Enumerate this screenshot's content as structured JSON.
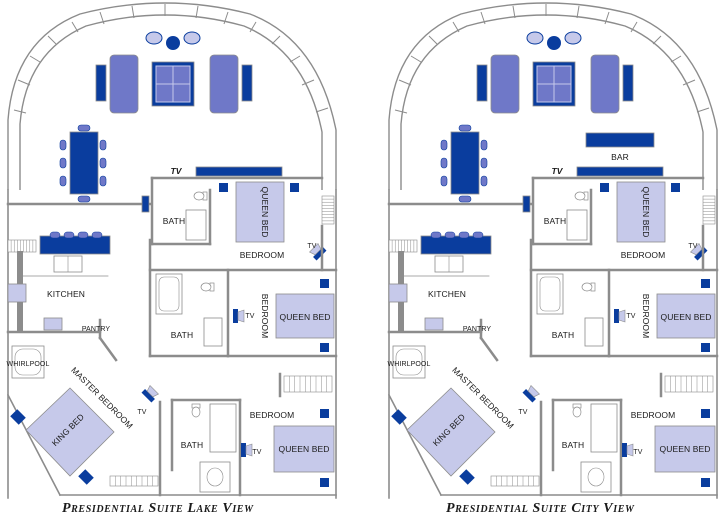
{
  "palette": {
    "wall": "#8c8c8c",
    "accent": "#0a3d9e",
    "light": "#c6c9ea",
    "mid": "#6f78c8",
    "wall_fill": "#ffffff"
  },
  "plans": [
    {
      "id": "lake",
      "caption": "Presidential Suite Lake View",
      "labels": {
        "tv_top": "TV",
        "bath1": "BATH",
        "queen_bed1": "QUEEN BED",
        "bedroom1": "BEDROOM",
        "tv_bed1": "TV",
        "kitchen": "KITCHEN",
        "pantry": "PANTRY",
        "bath2": "BATH",
        "bedroom2": "BEDROOM",
        "tv_bed2": "TV",
        "queen_bed2": "QUEEN BED",
        "whirlpool": "WHIRLPOOL",
        "master_bedroom": "MASTER BEDROOM",
        "tv_master": "TV",
        "king_bed": "KING BED",
        "bath3": "BATH",
        "bedroom3": "BEDROOM",
        "tv_bed3": "TV",
        "queen_bed3": "QUEEN BED"
      }
    },
    {
      "id": "city",
      "caption": "Presidential Suite City View",
      "labels": {
        "bar": "BAR",
        "tv_top": "TV",
        "bath1": "BATH",
        "queen_bed1": "QUEEN BED",
        "bedroom1": "BEDROOM",
        "tv_bed1": "TV",
        "kitchen": "KITCHEN",
        "pantry": "PANTRY",
        "bath2": "BATH",
        "bedroom2": "BEDROOM",
        "tv_bed2": "TV",
        "queen_bed2": "QUEEN BED",
        "whirlpool": "WHIRLPOOL",
        "master_bedroom": "MASTER BEDROOM",
        "tv_master": "TV",
        "king_bed": "KING BED",
        "bath3": "BATH",
        "bedroom3": "BEDROOM",
        "tv_bed3": "TV",
        "queen_bed3": "QUEEN BED"
      }
    }
  ]
}
